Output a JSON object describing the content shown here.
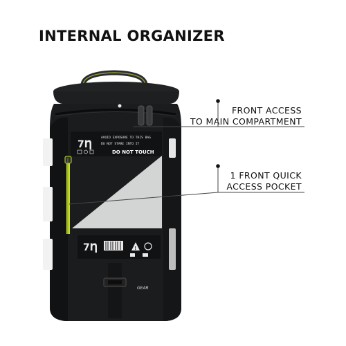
{
  "title": "INTERNAL ORGANIZER",
  "callouts": [
    {
      "line1": "FRONT ACCESS",
      "line2": "TO MAIN COMPARTMENT"
    },
    {
      "line1": "1 FRONT QUICK",
      "line2": "ACCESS POCKET"
    }
  ],
  "bag": {
    "warning_line1": "AVOID EXPOSURE TO THIS BAG",
    "warning_line2": "DO NOT STARE INTO IT",
    "do_not_touch": "DO NOT TOUCH",
    "logo": "GEAR"
  },
  "colors": {
    "bag_body": "#1b1c1e",
    "panel_grey": "#d3d5d4",
    "accent_green": "#c8e21f",
    "text": "#111111"
  }
}
